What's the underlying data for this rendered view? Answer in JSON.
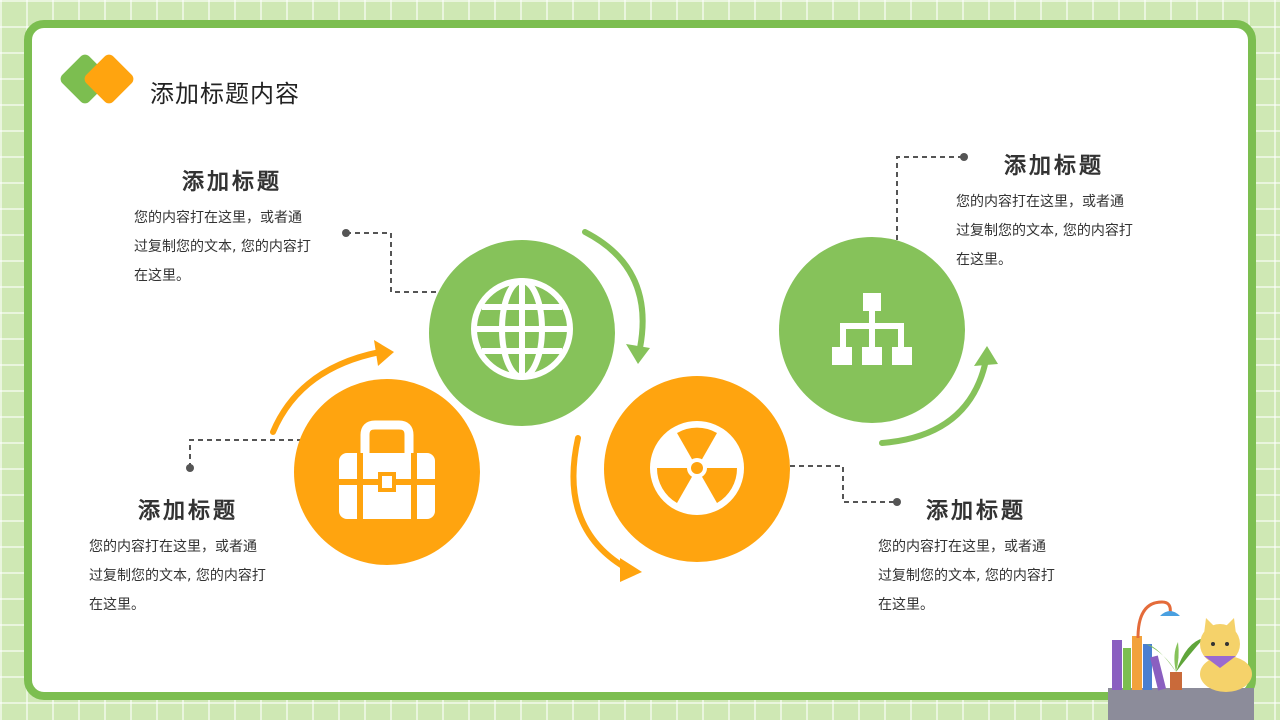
{
  "page_title": "添加标题内容",
  "colors": {
    "green": "#86c25a",
    "orange": "#ffa40f",
    "border": "#7cbe50",
    "background": "#cfe8b4"
  },
  "blocks": [
    {
      "title": "添加标题",
      "text": [
        "您的内容打在这里，或者通",
        "过复制您的文本, 您的内容打",
        "在这里。"
      ],
      "icon": "globe-icon",
      "circle_color": "green"
    },
    {
      "title": "添加标题",
      "text": [
        "您的内容打在这里，或者通",
        "过复制您的文本, 您的内容打",
        "在这里。"
      ],
      "icon": "briefcase-icon",
      "circle_color": "orange"
    },
    {
      "title": "添加标题",
      "text": [
        "您的内容打在这里，或者通",
        "过复制您的文本, 您的内容打",
        "在这里。"
      ],
      "icon": "radiation-icon",
      "circle_color": "orange"
    },
    {
      "title": "添加标题",
      "text": [
        "您的内容打在这里，或者通",
        "过复制您的文本, 您的内容打",
        "在这里。"
      ],
      "icon": "sitemap-icon",
      "circle_color": "green"
    }
  ]
}
